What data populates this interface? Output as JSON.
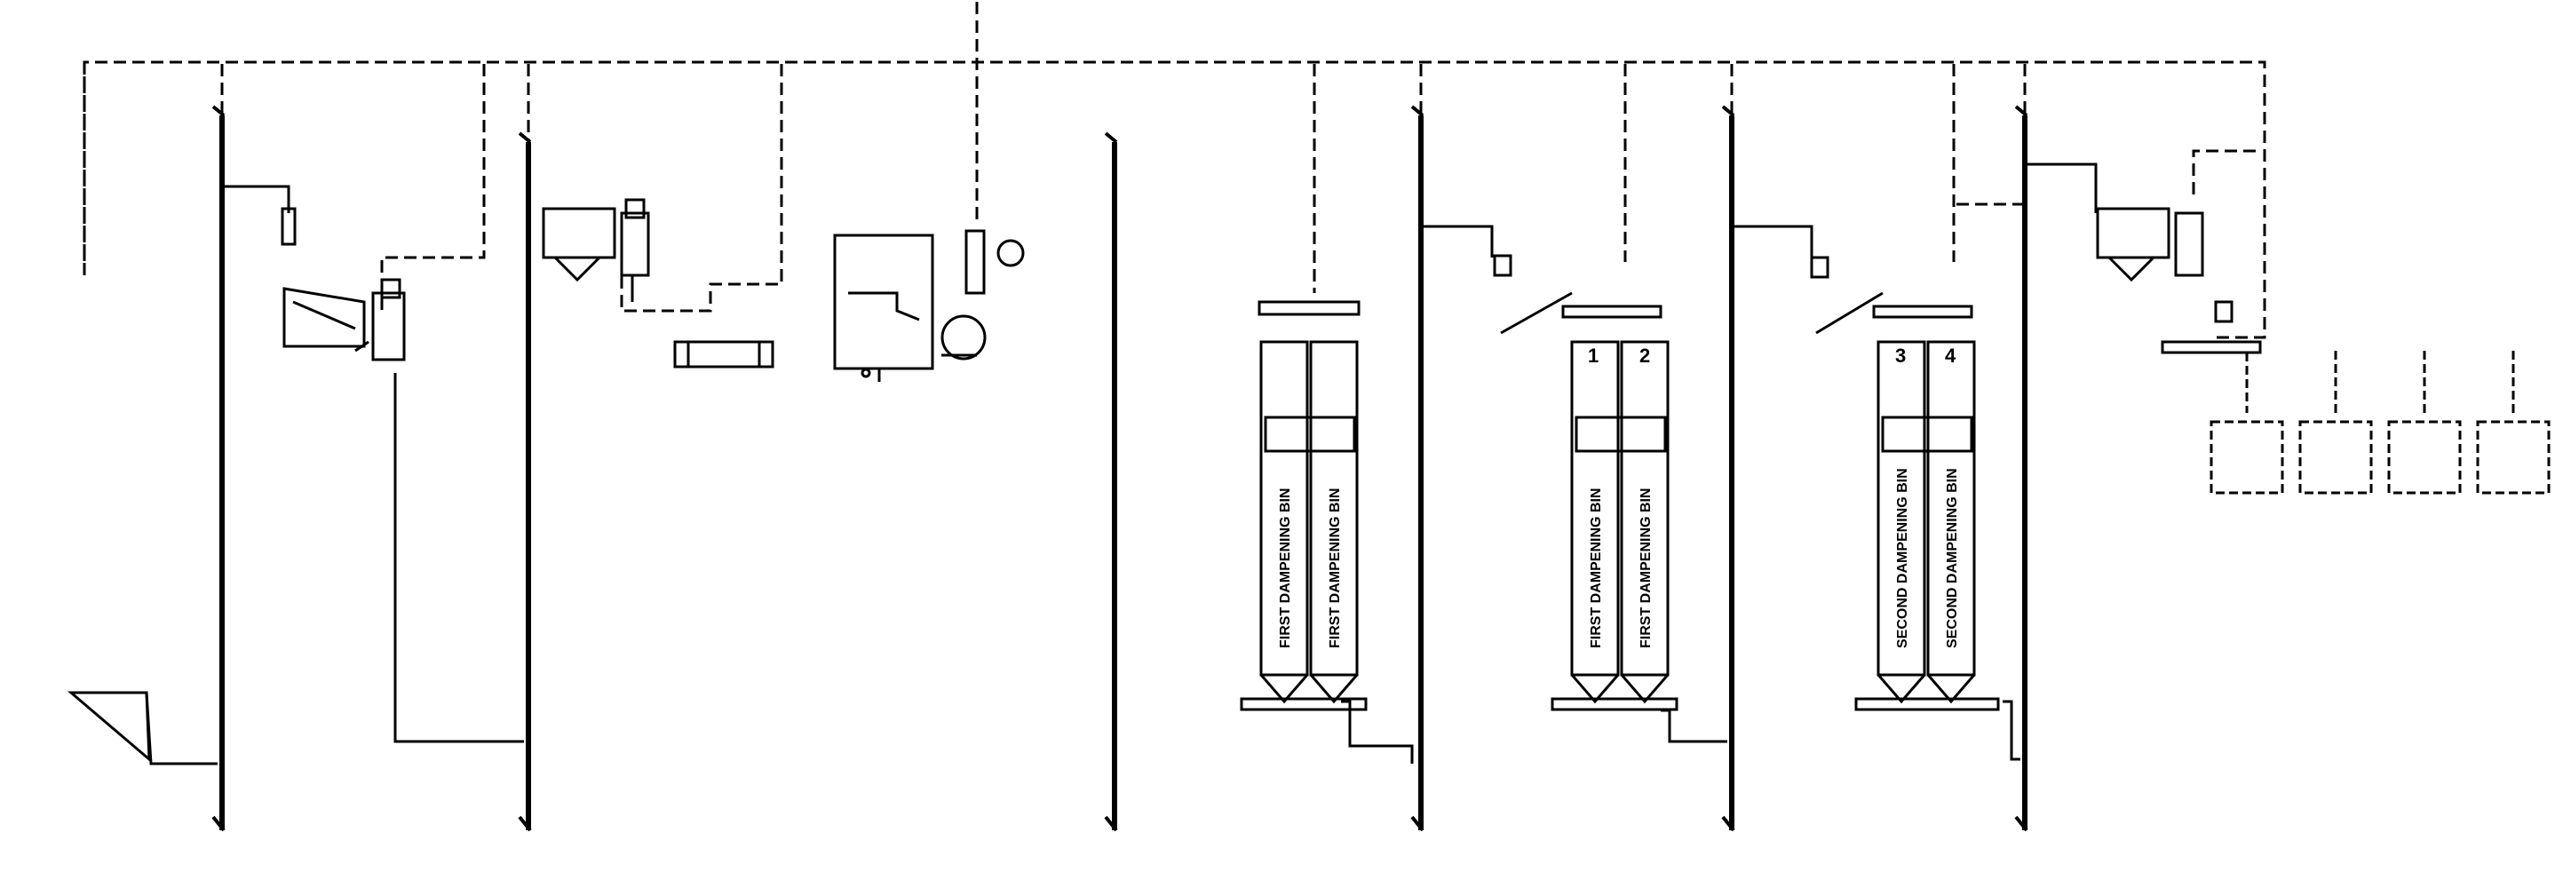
{
  "diagram": {
    "bins": [
      {
        "number": "",
        "label": "FIRST DAMPENING BIN"
      },
      {
        "number": "",
        "label": "FIRST DAMPENING BIN"
      },
      {
        "number": "1",
        "label": "FIRST DAMPENING BIN"
      },
      {
        "number": "2",
        "label": "FIRST DAMPENING BIN"
      },
      {
        "number": "3",
        "label": "SECOND DAMPENING BIN"
      },
      {
        "number": "4",
        "label": "SECOND DAMPENING BIN"
      }
    ],
    "colors": {
      "line": "#000000",
      "background": "#ffffff"
    }
  }
}
